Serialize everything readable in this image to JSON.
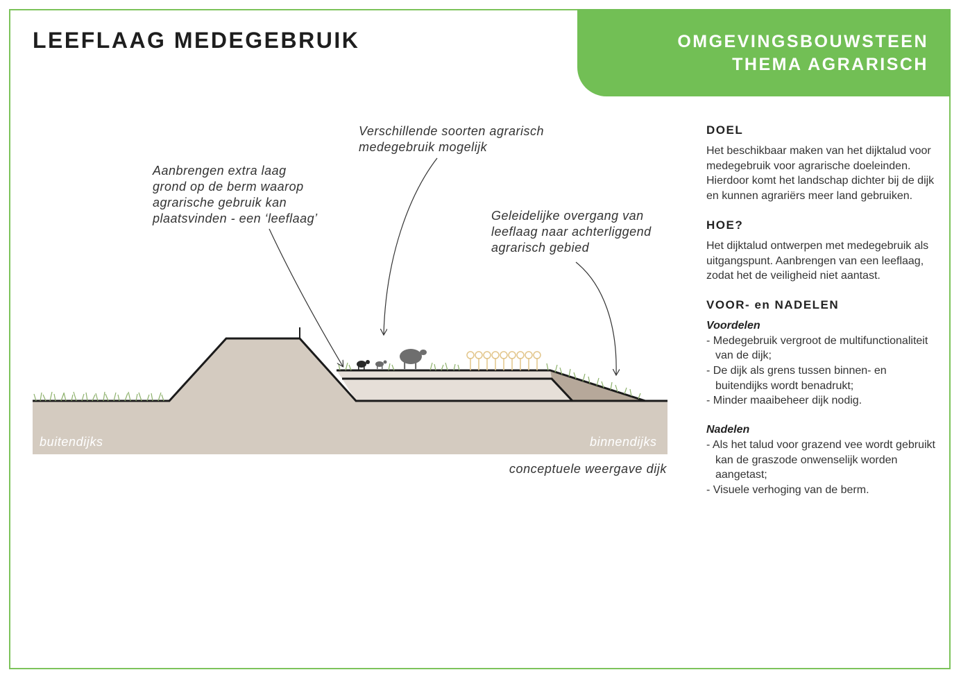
{
  "title": "LEEFLAAG MEDEGEBRUIK",
  "banner": {
    "line1": "OMGEVINGSBOUWSTEEN",
    "line2": "THEMA AGRARISCH"
  },
  "diagram": {
    "annotations": {
      "varieties": [
        "Verschillende soorten agrarisch",
        "medegebruik mogelijk"
      ],
      "extra_layer": [
        "Aanbrengen extra laag",
        "grond op de berm waarop",
        "agrarische gebruik kan",
        "plaatsvinden - een ‘leeflaag’"
      ],
      "transition": [
        "Geleidelijke overgang van",
        "leeflaag naar achterliggend",
        "agrarisch gebied"
      ]
    },
    "zone_outside": "buitendijks",
    "zone_inside": "binnendijks",
    "caption": "conceptuele weergave dijk"
  },
  "info": {
    "goal": {
      "heading": "DOEL",
      "text": "Het beschikbaar maken van het dijktalud voor medegebruik voor agrarische doeleinden. Hierdoor komt het landschap dichter bij de dijk en kunnen agrariërs meer land gebruiken."
    },
    "how": {
      "heading": "HOE?",
      "text": "Het dijktalud ontwerpen met medegebruik als uitgangspunt. Aanbrengen van een leeflaag, zodat het de veiligheid niet aantast."
    },
    "pros_cons": {
      "heading": "VOOR- en NADELEN",
      "pros_heading": "Voordelen",
      "pros": [
        "Medegebruik vergroot de multifunctionaliteit van de dijk;",
        "De dijk als grens tussen binnen- en buitendijks wordt benadrukt;",
        "Minder maaibeheer dijk nodig."
      ],
      "cons_heading": "Nadelen",
      "cons": [
        "Als het talud voor grazend vee wordt gebruikt kan de graszode onwenselijk worden aangetast;",
        "Visuele verhoging van de berm."
      ]
    }
  },
  "colors": {
    "frame": "#7cc35a",
    "banner": "#72bf55",
    "ground": "#d4cbc0",
    "layer_fill": "#e6dfd8",
    "slope_fill": "#b6a89a",
    "grass": "#8cb06a",
    "crops": "#e2c58a",
    "animals": "#333333"
  }
}
